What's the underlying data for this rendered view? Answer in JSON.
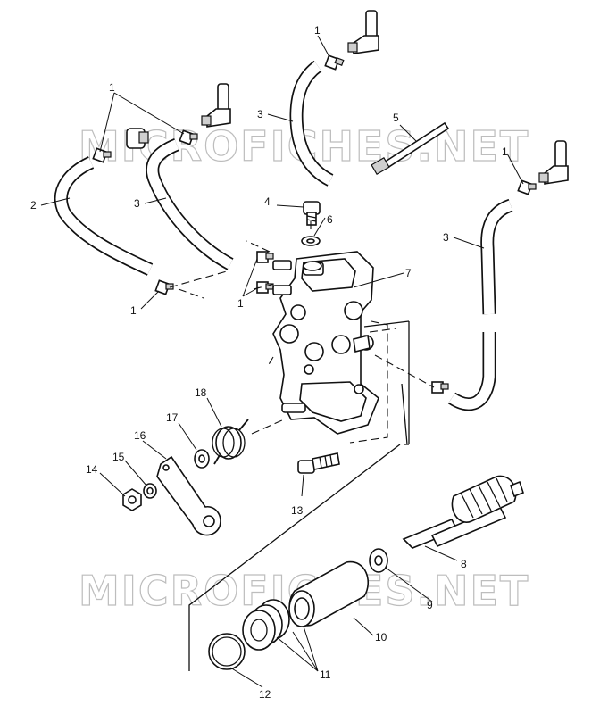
{
  "watermark": {
    "top": "MICROFICHES.NET",
    "bottom": "MICROFICHES.NET"
  },
  "callouts": [
    {
      "id": "c1a",
      "label": "1"
    },
    {
      "id": "c1b",
      "label": "1"
    },
    {
      "id": "c1c",
      "label": "1"
    },
    {
      "id": "c1d",
      "label": "1"
    },
    {
      "id": "c1e",
      "label": "1"
    },
    {
      "id": "c2",
      "label": "2"
    },
    {
      "id": "c3a",
      "label": "3"
    },
    {
      "id": "c3b",
      "label": "3"
    },
    {
      "id": "c3c",
      "label": "3"
    },
    {
      "id": "c4",
      "label": "4"
    },
    {
      "id": "c5",
      "label": "5"
    },
    {
      "id": "c6",
      "label": "6"
    },
    {
      "id": "c7",
      "label": "7"
    },
    {
      "id": "c8",
      "label": "8"
    },
    {
      "id": "c9",
      "label": "9"
    },
    {
      "id": "c10",
      "label": "10"
    },
    {
      "id": "c11",
      "label": "11"
    },
    {
      "id": "c12",
      "label": "12"
    },
    {
      "id": "c13",
      "label": "13"
    },
    {
      "id": "c14",
      "label": "14"
    },
    {
      "id": "c15",
      "label": "15"
    },
    {
      "id": "c16",
      "label": "16"
    },
    {
      "id": "c17",
      "label": "17"
    },
    {
      "id": "c18",
      "label": "18"
    }
  ]
}
